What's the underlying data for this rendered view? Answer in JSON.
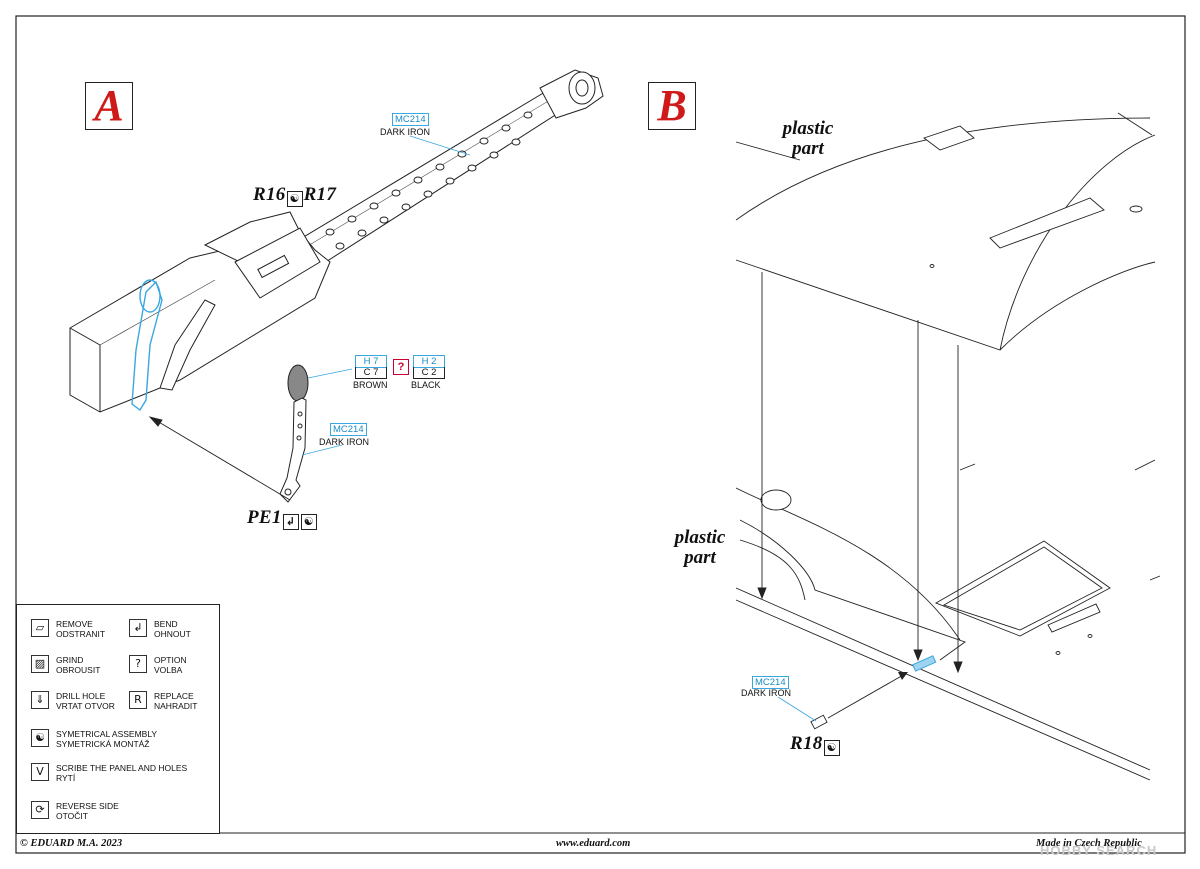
{
  "sections": {
    "a": "A",
    "b": "B"
  },
  "partA": {
    "r16": "R16",
    "r17": "R17",
    "pe1": "PE1",
    "mc_top": {
      "code": "MC214",
      "name": "DARK IRON"
    },
    "mc_mid": {
      "code": "MC214",
      "name": "DARK IRON"
    },
    "colors": {
      "left": {
        "h": "H 7",
        "c": "C 7",
        "name": "BROWN"
      },
      "option": "?",
      "right": {
        "h": "H 2",
        "c": "C 2",
        "name": "BLACK"
      }
    }
  },
  "partB": {
    "plastic_top": "plastic\npart",
    "plastic_mid": "plastic\npart",
    "r18": "R18",
    "mc": {
      "code": "MC214",
      "name": "DARK IRON"
    }
  },
  "legend": [
    {
      "icon": "remove-icon",
      "glyph": "▱",
      "text": "REMOVE\nODSTRANIT"
    },
    {
      "icon": "bend-icon",
      "glyph": "↲",
      "text": "BEND\nOHNOUT"
    },
    {
      "icon": "grind-icon",
      "glyph": "▨",
      "text": "GRIND\nOBROUSIT"
    },
    {
      "icon": "option-icon",
      "glyph": "?",
      "text": "OPTION\nVOLBA"
    },
    {
      "icon": "drill-hole-icon",
      "glyph": "⇓",
      "text": "DRILL HOLE\nVRTAT OTVOR"
    },
    {
      "icon": "replace-icon",
      "glyph": "R",
      "text": "REPLACE\nNAHRADIT"
    },
    {
      "icon": "symmetrical-assembly-icon",
      "glyph": "☯",
      "text": "SYMETRICAL ASSEMBLY\nSYMETRICKÁ MONTÁŽ"
    },
    {
      "icon": "scribe-icon",
      "glyph": "V",
      "text": "SCRIBE THE PANEL AND HOLES\nRYTÍ"
    },
    {
      "icon": "reverse-side-icon",
      "glyph": "⟳",
      "text": "REVERSE SIDE\nOTOČIT"
    }
  ],
  "footer": {
    "copyright": "© EDUARD  M.A. 2023",
    "website": "www.eduard.com",
    "made_in": "Made in Czech Republic"
  },
  "watermark": "HOBBY SEARCH",
  "colors": {
    "accent_red": "#d01a1a",
    "paint_blue": "#1a8cc7",
    "line": "#222222"
  }
}
